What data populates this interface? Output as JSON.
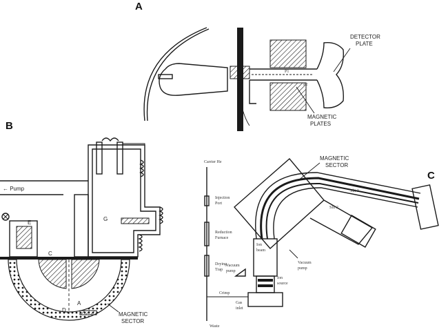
{
  "panels": {
    "a": {
      "letter": "A",
      "labels": {
        "detector": [
          "DETECTOR",
          "PLATE"
        ],
        "magnetic": [
          "MAGNETIC",
          "PLATES"
        ],
        "p1": "P1",
        "p2": "P2"
      }
    },
    "b": {
      "letter": "B",
      "labels": {
        "pump": "← Pump",
        "sector": [
          "MAGNETIC",
          "SECTOR"
        ],
        "c": "C",
        "g": "G",
        "a": "A",
        "d": "D",
        "e": "E"
      }
    },
    "c": {
      "letter": "C",
      "labels": {
        "sector": [
          "MAGNETIC",
          "SECTOR"
        ],
        "carrier": "Carrier He",
        "injection": [
          "Injection",
          "Port"
        ],
        "reduction": [
          "Reduction",
          "Furnace"
        ],
        "drying": [
          "Drying",
          "Trap"
        ],
        "waste": "Waste",
        "crimp": "Crimp",
        "gas_inlet": [
          "Gas",
          "inlet"
        ],
        "ion_source": [
          "Ion",
          "source"
        ],
        "ion_beam": [
          "Ion",
          "beam"
        ],
        "vacuum_pump_1": [
          "Vacuum",
          "pump"
        ],
        "vacuum_pump_2": [
          "Vacuum",
          "pump"
        ],
        "slit2": "Slit 2",
        "slit3": "Slit 3"
      }
    }
  }
}
